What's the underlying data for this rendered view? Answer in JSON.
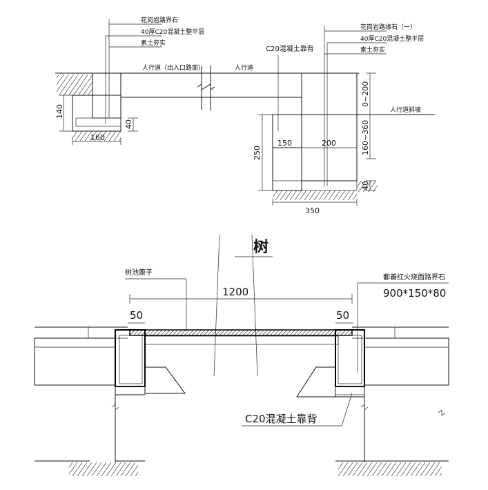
{
  "top_detail": {
    "left_callouts": [
      "花岗岩路界石",
      "40厚C20混凝土整平层",
      "素土夯实"
    ],
    "right_callouts": [
      "花岗岩路缘石（一）",
      "40厚C20混凝土整平层",
      "素土夯实"
    ],
    "concrete_backing_label": "C20混凝土靠背",
    "sidewalk_entrance_label": "人行道（出入口路面）",
    "sidewalk_label": "人行道",
    "sidewalk_slope_label": "人行道斜坡",
    "dims": {
      "left_height": "140",
      "left_width": "160",
      "left_pad": "40",
      "right_top": "0~200",
      "right_mid": "160~360",
      "right_bottom": "40",
      "concrete_height": "250",
      "concrete_width": "150",
      "curb_width": "200",
      "total_width": "350"
    }
  },
  "bottom_detail": {
    "title": "树",
    "grate_label": "树池篦子",
    "curb_label": "鄱善红火烧面路界石",
    "curb_size": "900*150*80",
    "concrete_backing_label": "C20混凝土靠背",
    "dims": {
      "span": "1200",
      "left_edge": "50",
      "right_edge": "50"
    }
  }
}
